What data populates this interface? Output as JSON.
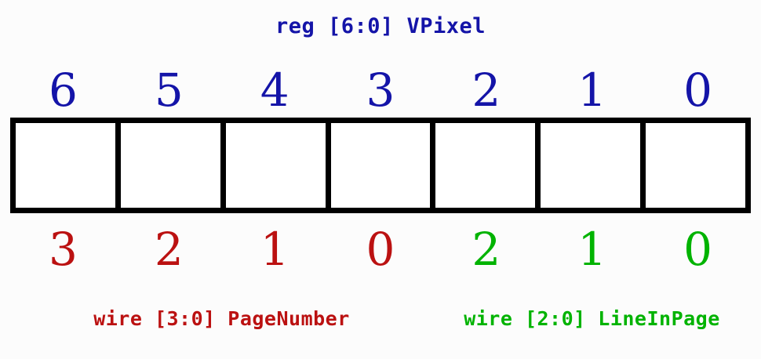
{
  "background_color": "#fcfcfc",
  "diagram": {
    "kind": "bit-field-register-layout",
    "title": "reg [6:0] VPixel",
    "title_color": "#1414a8",
    "box": {
      "border_color": "#000000",
      "fill_color": "#ffffff",
      "cell_count": 7
    },
    "bit_indices": {
      "color": "#1414a8",
      "values": [
        "6",
        "5",
        "4",
        "3",
        "2",
        "1",
        "0"
      ]
    },
    "field_indices": [
      {
        "value": "3",
        "color": "#bb1111",
        "field": "PageNumber"
      },
      {
        "value": "2",
        "color": "#bb1111",
        "field": "PageNumber"
      },
      {
        "value": "1",
        "color": "#bb1111",
        "field": "PageNumber"
      },
      {
        "value": "0",
        "color": "#bb1111",
        "field": "PageNumber"
      },
      {
        "value": "2",
        "color": "#00b300",
        "field": "LineInPage"
      },
      {
        "value": "1",
        "color": "#00b300",
        "field": "LineInPage"
      },
      {
        "value": "0",
        "color": "#00b300",
        "field": "LineInPage"
      }
    ],
    "field_labels": {
      "page_number": {
        "text": "wire [3:0] PageNumber",
        "color": "#bb1111",
        "spans_bits": "6:3"
      },
      "line_in_page": {
        "text": "wire [2:0] LineInPage",
        "color": "#00b300",
        "spans_bits": "2:0"
      }
    }
  }
}
